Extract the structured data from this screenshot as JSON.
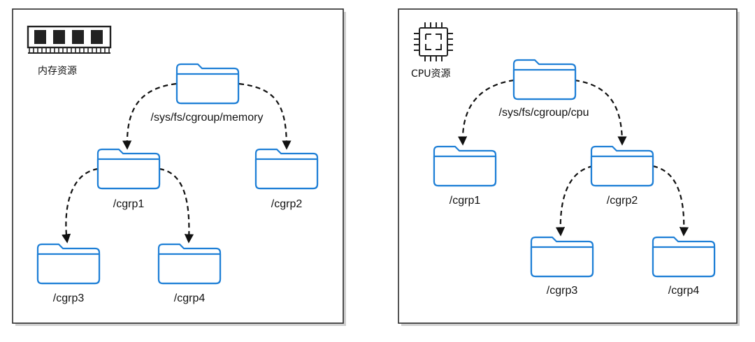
{
  "left_panel": {
    "resource_label": "内存资源",
    "resource_icon": "memory-module-icon",
    "root_label": "/sys/fs/cgroup/memory",
    "children": [
      {
        "label": "/cgrp1"
      },
      {
        "label": "/cgrp2"
      },
      {
        "label": "/cgrp3"
      },
      {
        "label": "/cgrp4"
      }
    ]
  },
  "right_panel": {
    "resource_label": "CPU资源",
    "resource_icon": "cpu-chip-icon",
    "root_label": "/sys/fs/cgroup/cpu",
    "children": [
      {
        "label": "/cgrp1"
      },
      {
        "label": "/cgrp2"
      },
      {
        "label": "/cgrp3"
      },
      {
        "label": "/cgrp4"
      }
    ]
  },
  "colors": {
    "folder_stroke": "#1e7fd6",
    "arrow": "#111111",
    "frame": "#2a2a2a"
  },
  "icons": {
    "folder": "folder-icon",
    "arrow": "dashed-curved-arrow"
  }
}
